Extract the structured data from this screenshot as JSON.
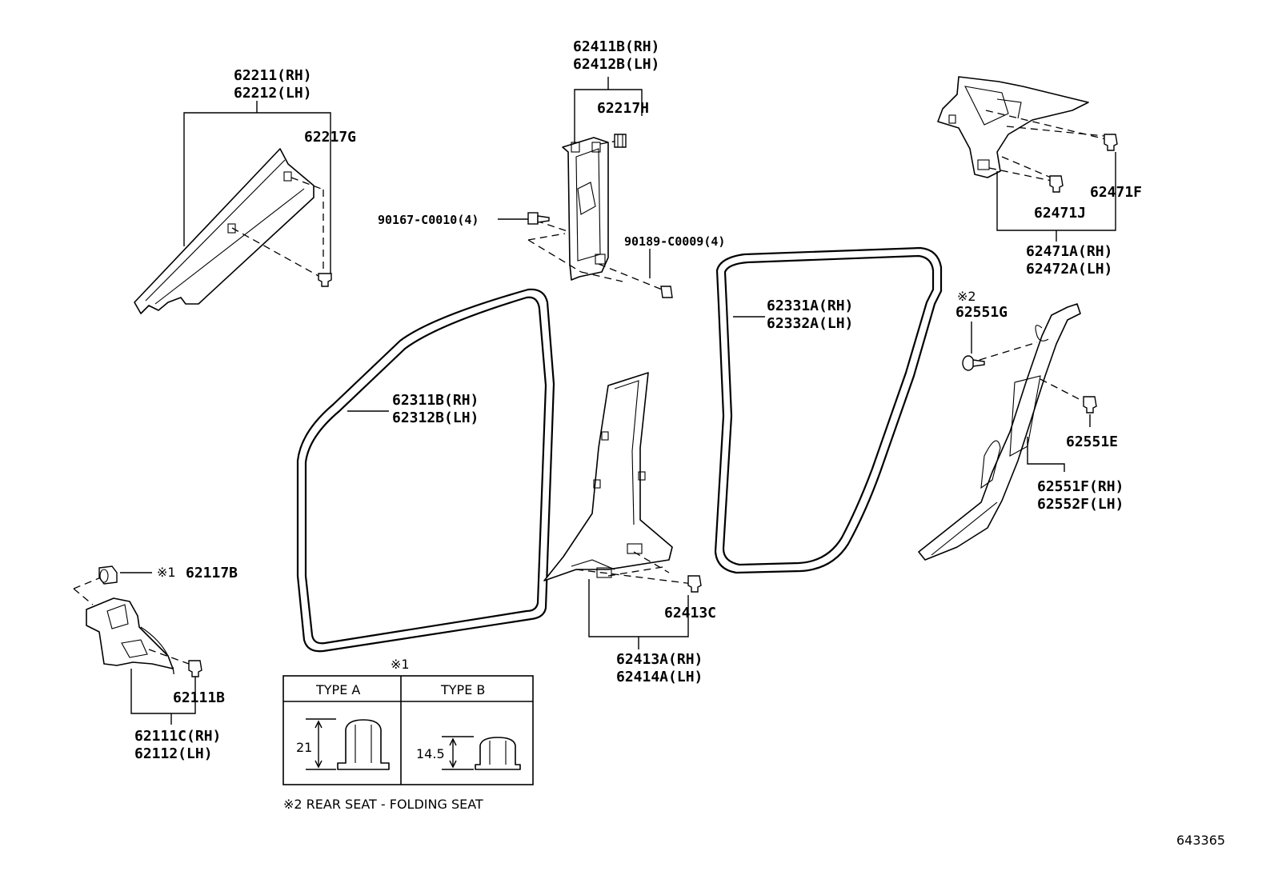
{
  "labels": {
    "l62211": "62211(RH)",
    "l62212": "62212(LH)",
    "l62217G": "62217G",
    "l62411B": "62411B(RH)",
    "l62412B": "62412B(LH)",
    "l62217H": "62217H",
    "l90167": "90167-C0010(4)",
    "l90189": "90189-C0009(4)",
    "l62471F": "62471F",
    "l62471J": "62471J",
    "l62471A": "62471A(RH)",
    "l62472A": "62472A(LH)",
    "l62331A": "62331A(RH)",
    "l62332A": "62332A(LH)",
    "l62311B": "62311B(RH)",
    "l62312B": "62312B(LH)",
    "l62551Gmark": "※2",
    "l62551G": "62551G",
    "l62551E": "62551E",
    "l62551F": "62551F(RH)",
    "l62552F": "62552F(LH)",
    "l62117Bmark": "※1",
    "l62117B": "62117B",
    "l62111B": "62111B",
    "l62111C": "62111C(RH)",
    "l62112": "62112(LH)",
    "l62413C": "62413C",
    "l62413A": "62413A(RH)",
    "l62414A": "62414A(LH)"
  },
  "type_table": {
    "marker": "※1",
    "type_a": "TYPE A",
    "type_b": "TYPE B",
    "dim_a": "21",
    "dim_b": "14.5"
  },
  "footnote": "※2 REAR SEAT - FOLDING SEAT",
  "figure_id": "643365"
}
